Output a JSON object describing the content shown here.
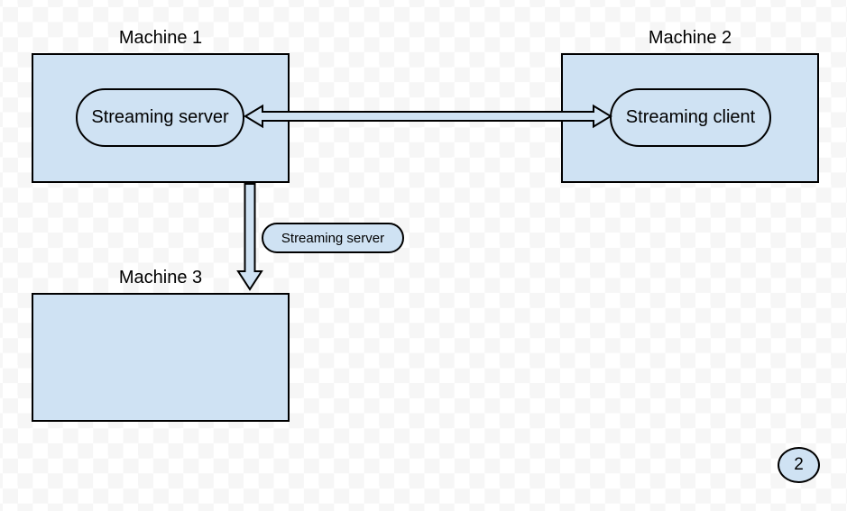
{
  "colors": {
    "shape_fill": "#cfe2f3",
    "shape_border": "#000000",
    "checker_light": "#ffffff",
    "checker_dark": "#f6f6f6",
    "text_color": "#000000"
  },
  "machines": [
    {
      "title": "Machine 1",
      "component": "Streaming server"
    },
    {
      "title": "Machine 2",
      "component": "Streaming client"
    },
    {
      "title": "Machine 3",
      "component": ""
    }
  ],
  "arrows": [
    {
      "name": "bidirectional-arrow",
      "from": "Streaming server",
      "to": "Streaming client",
      "direction": "both"
    },
    {
      "name": "down-arrow",
      "from": "Machine 1",
      "to": "Machine 3",
      "direction": "down",
      "label": "Streaming server"
    }
  ],
  "arrow_label": "Streaming server",
  "page_number": "2"
}
